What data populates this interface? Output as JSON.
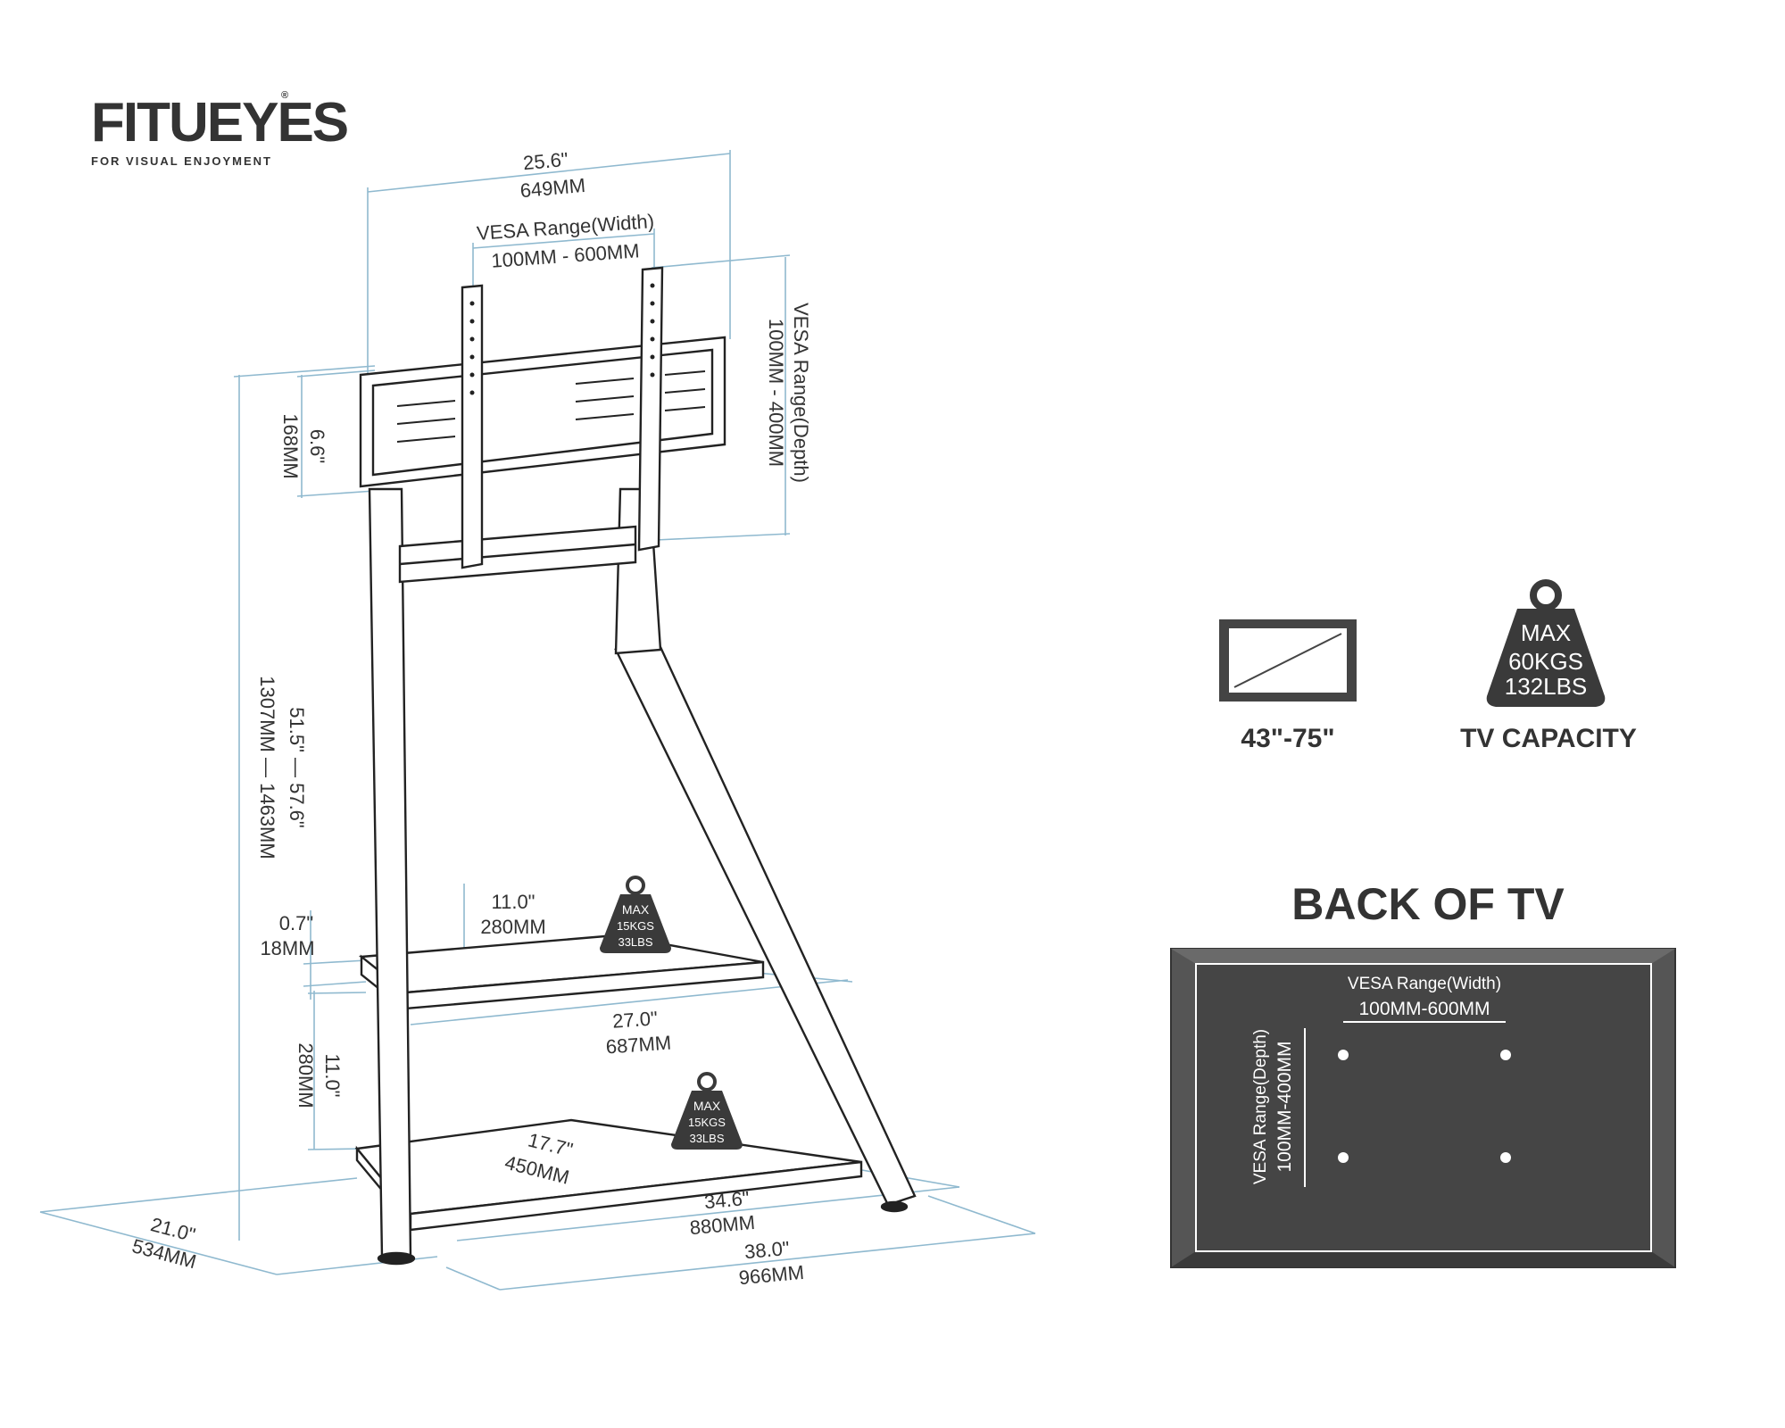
{
  "brand": {
    "name": "FITUEYES",
    "tagline": "FOR VISUAL ENJOYMENT",
    "mark": "®"
  },
  "dimensions": {
    "top_width_in": "25.6\"",
    "top_width_mm": "649MM",
    "vesa_width_label": "VESA Range(Width)",
    "vesa_width_value": "100MM - 600MM",
    "vesa_depth_label": "VESA Range(Depth)",
    "vesa_depth_value": "100MM - 400MM",
    "bracket_h_in": "6.6\"",
    "bracket_h_mm": "168MM",
    "height_in": "51.5\" — 57.6\"",
    "height_mm": "1307MM — 1463MM",
    "upper_shelf_depth_in": "11.0\"",
    "upper_shelf_depth_mm": "280MM",
    "shelf_thick_in": "0.7\"",
    "shelf_thick_mm": "18MM",
    "upper_shelf_width_in": "27.0\"",
    "upper_shelf_width_mm": "687MM",
    "shelf_gap_in": "11.0\"",
    "shelf_gap_mm": "280MM",
    "lower_shelf_depth_in": "17.7\"",
    "lower_shelf_depth_mm": "450MM",
    "lower_shelf_width_in": "34.6\"",
    "lower_shelf_width_mm": "880MM",
    "base_depth_in": "21.0\"",
    "base_depth_mm": "534MM",
    "base_width_in": "38.0\"",
    "base_width_mm": "966MM"
  },
  "shelf_capacity": {
    "max": "MAX",
    "kgs": "15KGS",
    "lbs": "33LBS"
  },
  "tv_size": "43\"-75\"",
  "tv_capacity": {
    "max": "MAX",
    "kgs": "60KGS",
    "lbs": "132LBS",
    "label": "TV CAPACITY"
  },
  "back_of_tv": {
    "title": "BACK OF TV",
    "width_label": "VESA Range(Width)",
    "width_value": "100MM-600MM",
    "depth_label": "VESA Range(Depth)",
    "depth_value": "100MM-400MM"
  },
  "colors": {
    "line": "#8fb9cf",
    "stroke": "#222222",
    "weight": "#3a3a3a",
    "panel": "#444444"
  }
}
